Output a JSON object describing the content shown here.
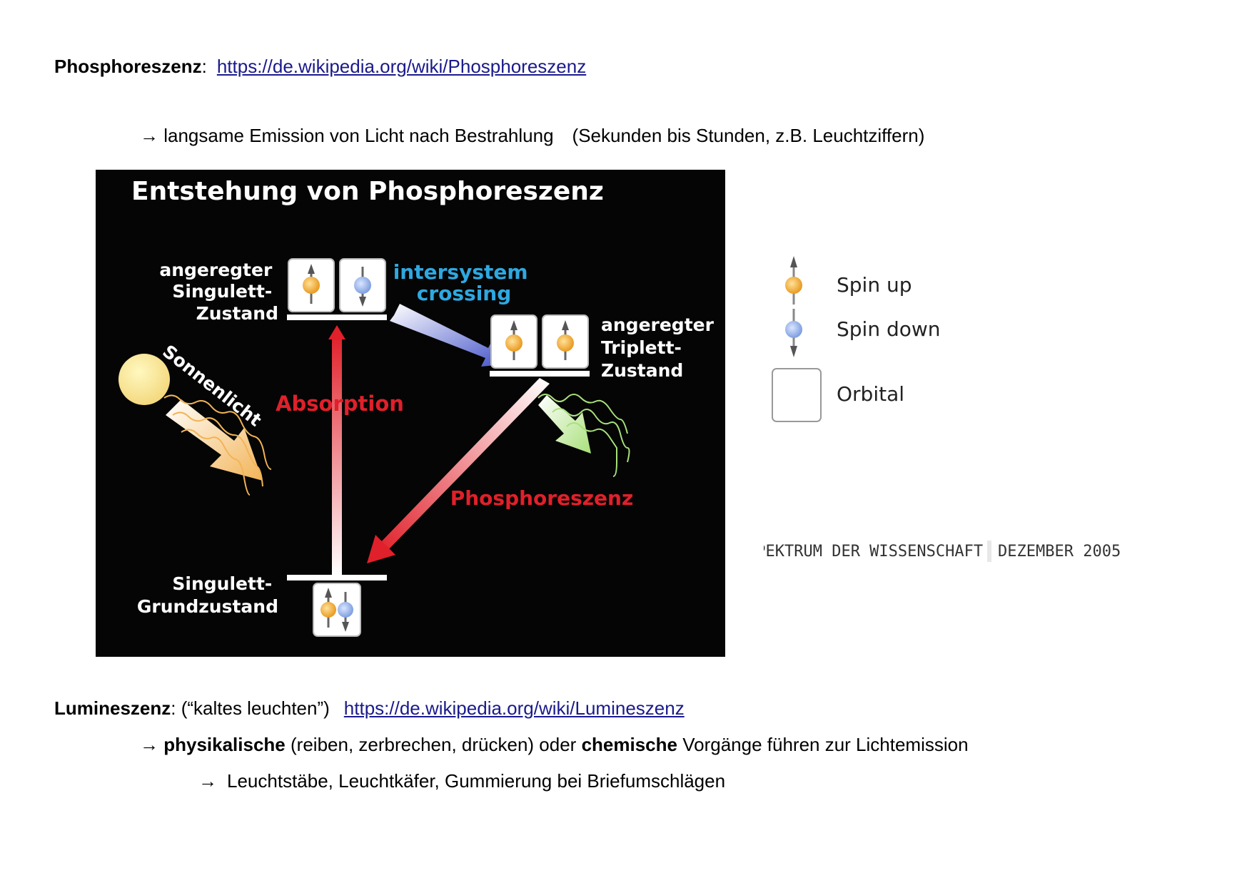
{
  "section1": {
    "term": "Phosphoreszenz",
    "colon": ":",
    "link": "https://de.wikipedia.org/wiki/Phosphoreszenz",
    "arrow": "→",
    "description": "langsame Emission von Licht nach Bestrahlung",
    "note": "(Sekunden bis Stunden, z.B. Leuchtziffern)"
  },
  "figure": {
    "title": "Entstehung von Phosphoreszenz",
    "excited_singlet": [
      "angeregter",
      "Singulett-",
      "Zustand"
    ],
    "isc": [
      "intersystem",
      "crossing"
    ],
    "excited_triplet": [
      "angeregter",
      "Triplett-",
      "Zustand"
    ],
    "sunlight": "Sonnenlicht",
    "absorption": "Absorption",
    "phosphorescence": "Phosphoreszenz",
    "ground_state": [
      "Singulett-",
      "Grundzustand"
    ],
    "legend": {
      "spin_up": "Spin  up",
      "spin_down": "Spin  down",
      "orbital": "Orbital"
    },
    "credit_left": "SPEKTRUM DER WISSENSCHAFT",
    "credit_right": "DEZEMBER 2005",
    "colors": {
      "absorption": "#e0202a",
      "isc": "#2ea8e0",
      "spin_up": "#f0b030",
      "spin_down": "#8fb0e8",
      "emission": "#b8e68a"
    }
  },
  "section2": {
    "term": "Lumineszenz",
    "colon": ":",
    "paren": "(“kaltes leuchten”)",
    "link": "https://de.wikipedia.org/wiki/Lumineszenz",
    "arrow": "→",
    "bold1": "physikalische",
    "text1": "(reiben, zerbrechen, drücken) oder",
    "bold2": "chemische",
    "text2": "Vorgänge führen zur Lichtemission",
    "arrow2": "→",
    "examples": "Leuchtstäbe, Leuchtkäfer, Gummierung bei Briefumschlägen"
  }
}
